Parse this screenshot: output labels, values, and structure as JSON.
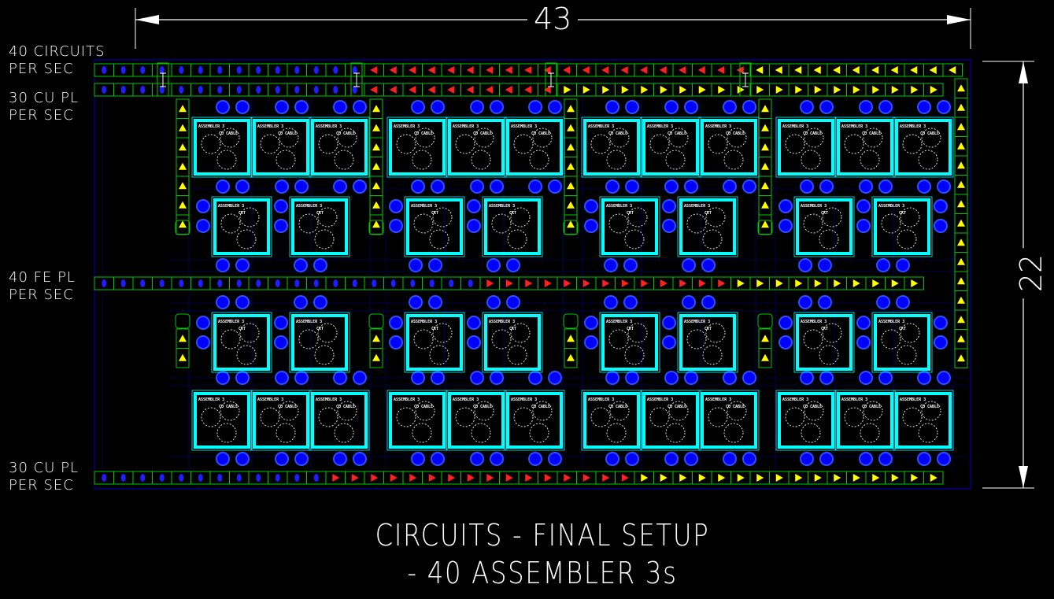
{
  "labels": {
    "top_belt": [
      "40 CIRCUITS",
      "PER SEC"
    ],
    "second_belt": [
      "30 CU PL",
      "PER SEC"
    ],
    "middle_belt": [
      "40 FE PL",
      "PER SEC"
    ],
    "bottom_belt": [
      "30 CU PL",
      "PER SEC"
    ]
  },
  "dimensions": {
    "width": "43",
    "height": "22"
  },
  "title": {
    "line1": "CIRCUITS - FINAL SETUP",
    "line2": "- 40 ASSEMBLER 3s"
  },
  "assemblers": {
    "cable_label": [
      "ASSEMBLER 3",
      "CU CABLE"
    ],
    "circuit_label": [
      "ASSEMBLER 3",
      "CKT"
    ],
    "cable_count": 24,
    "circuit_count": 16
  },
  "colors": {
    "belt_outline": "#00c800",
    "belt_basic": "#ffff00",
    "belt_fast": "#ff2020",
    "belt_express": "#1e1eff",
    "assembler_outline": "#00ffff",
    "grid": "#0000c8",
    "inserter": "#0000ff"
  }
}
